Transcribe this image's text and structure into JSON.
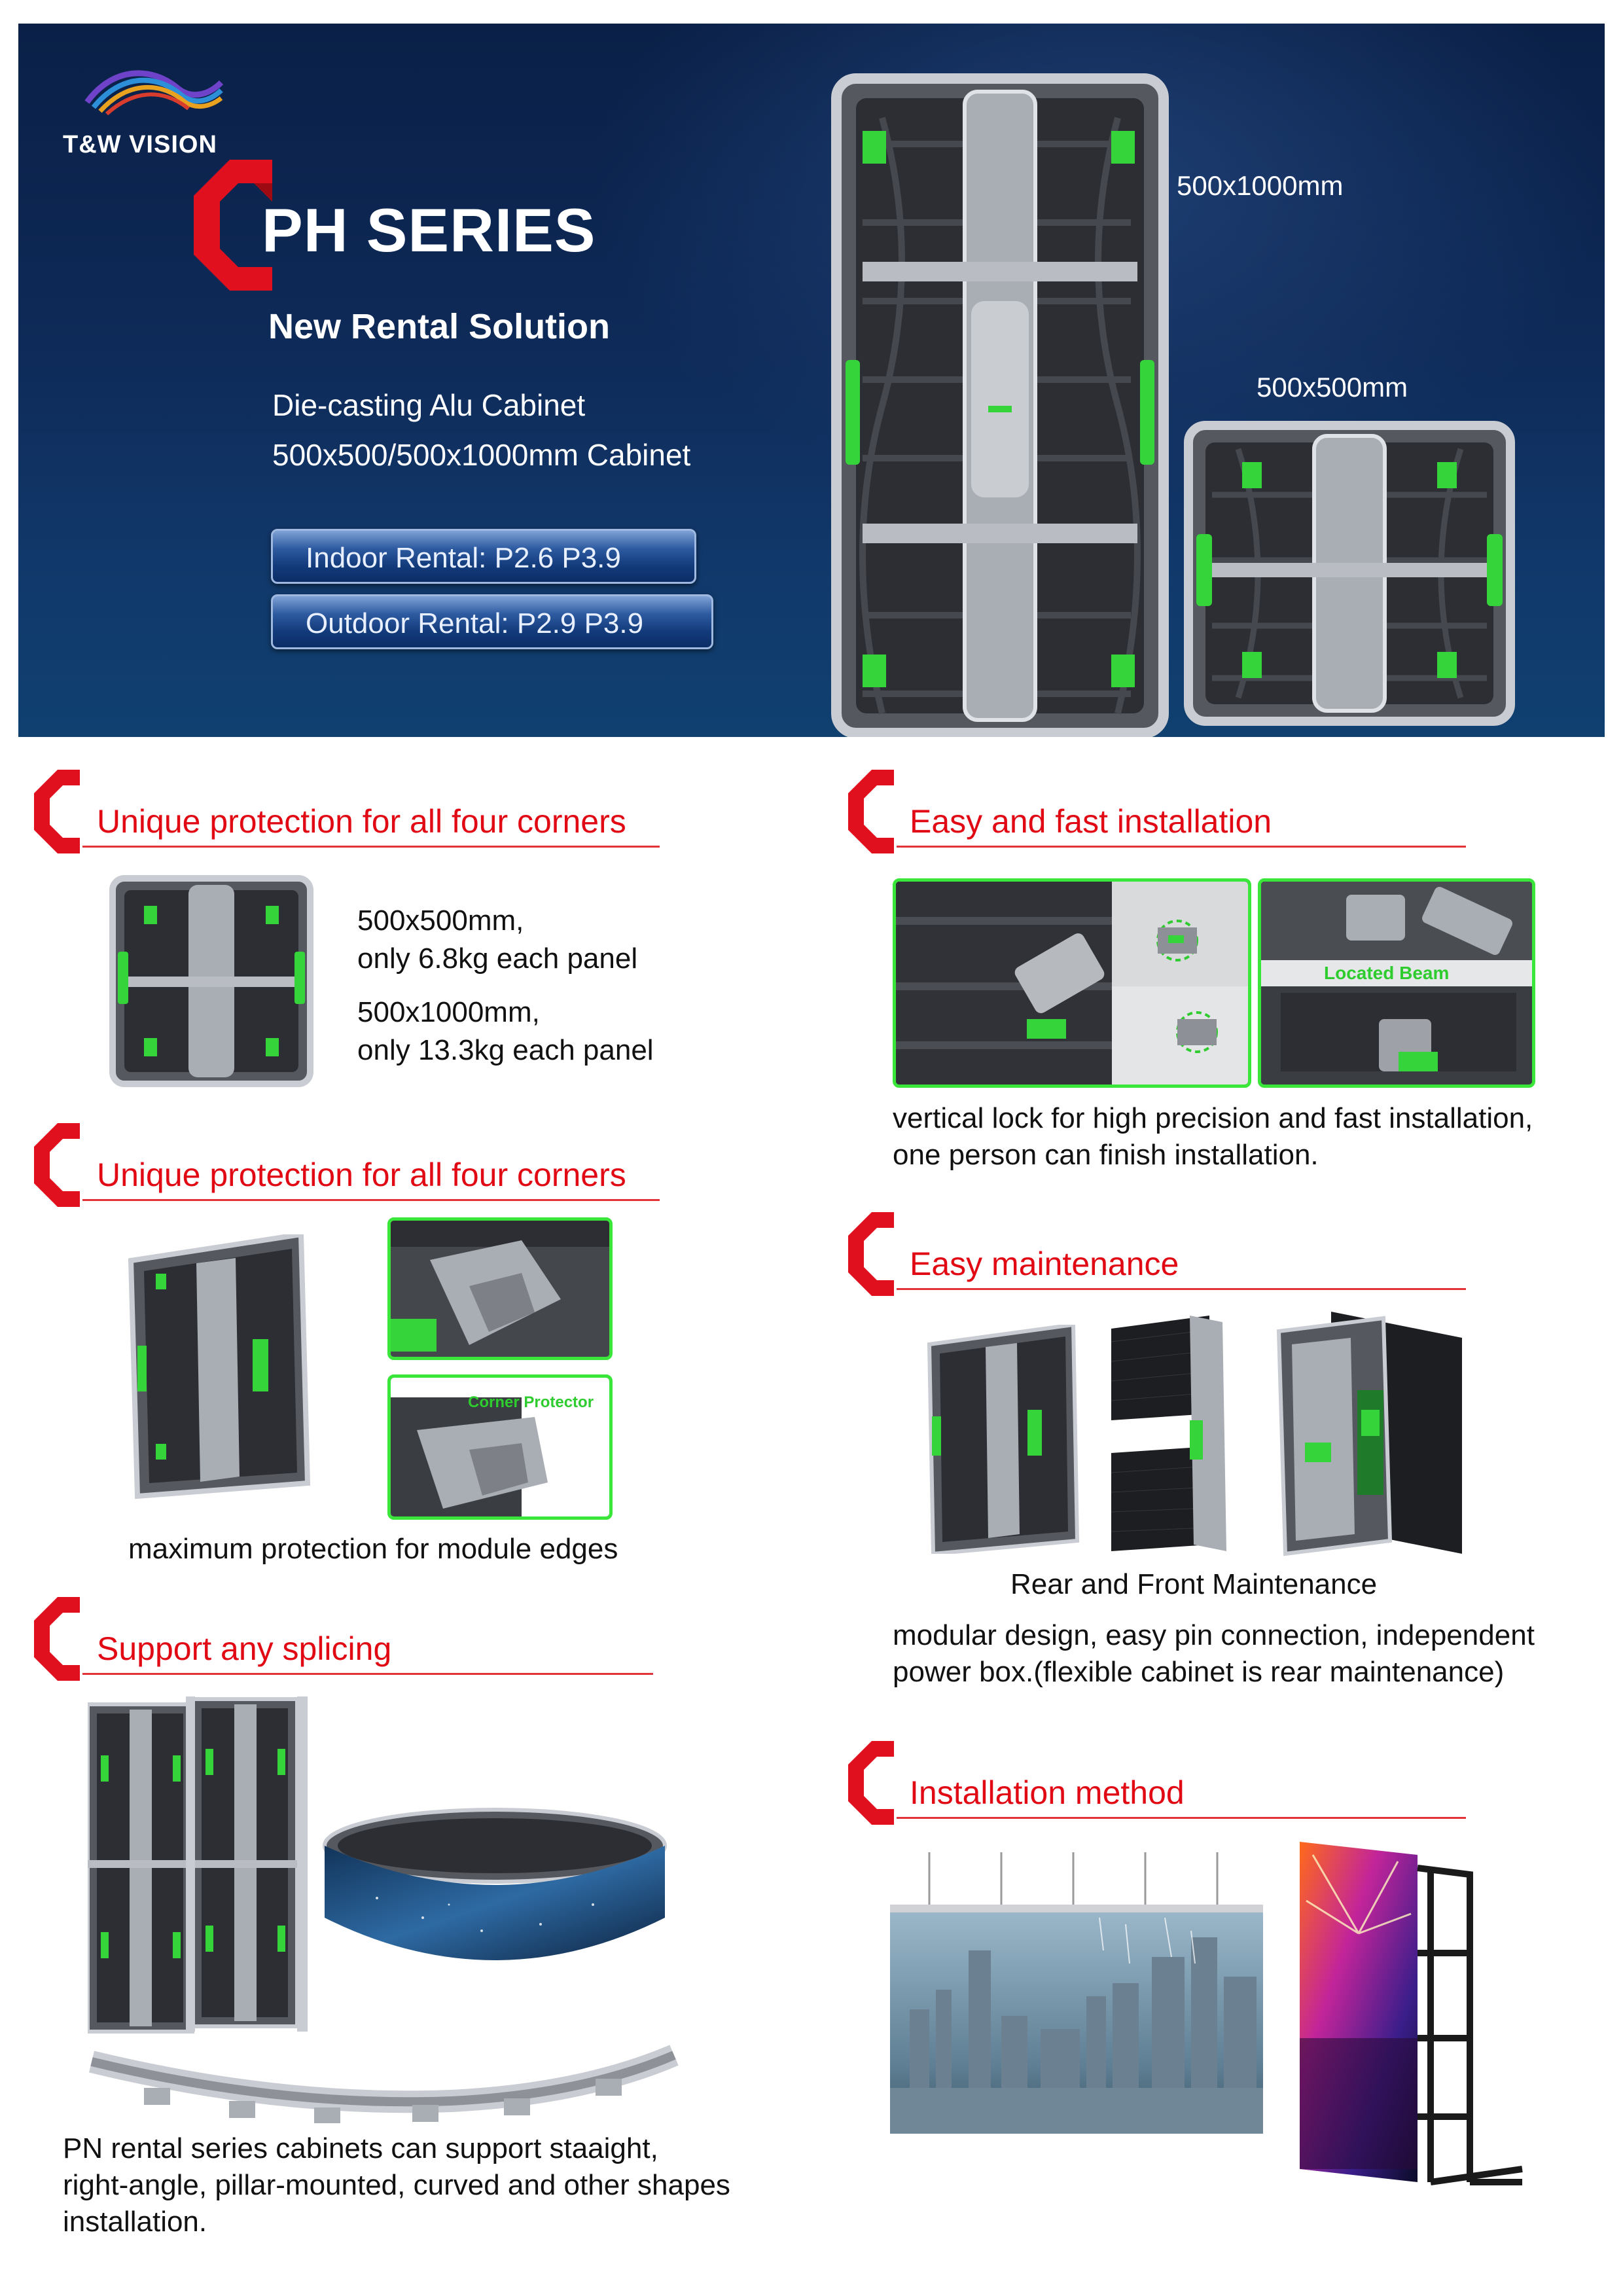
{
  "colors": {
    "accent_red": "#e10a14",
    "banner_dark": "#0b2249",
    "highlight_green": "#39e639",
    "pill_blue": "#123a7a"
  },
  "brand": {
    "name": "T&W VISION",
    "logo_icon": "tw-vision-swoosh-logo"
  },
  "hero": {
    "series_title": "PH SERIES",
    "subtitle": "New Rental Solution",
    "feature_line_1": "Die-casting Alu Cabinet",
    "feature_line_2": "500x500/500x1000mm Cabinet",
    "pill_indoor": "Indoor Rental: P2.6 P3.9",
    "pill_outdoor": "Outdoor Rental: P2.9 P3.9",
    "label_large_cabinet": "500x1000mm",
    "label_small_cabinet": "500x500mm"
  },
  "sections": {
    "corners_1": {
      "title": "Unique protection for all four corners",
      "spec_1_line_1": "500x500mm,",
      "spec_1_line_2": "only 6.8kg each panel",
      "spec_2_line_1": "500x1000mm,",
      "spec_2_line_2": "only 13.3kg each panel"
    },
    "installation": {
      "title": "Easy and fast installation",
      "callout": "Located Beam",
      "desc_line_1": "vertical lock for high precision and fast installation,",
      "desc_line_2": "one person can finish installation."
    },
    "corners_2": {
      "title": "Unique protection for all four corners",
      "callout": "Corner Protector",
      "caption": "maximum protection for module edges"
    },
    "maintenance": {
      "title": "Easy maintenance",
      "caption": "Rear and Front Maintenance",
      "desc_line_1": "modular design, easy pin connection, independent",
      "desc_line_2": "power box.(flexible cabinet is rear maintenance)"
    },
    "splicing": {
      "title": "Support any splicing",
      "desc_line_1": "PN rental series cabinets can support staaight,",
      "desc_line_2": "right-angle, pillar-mounted, curved and other shapes",
      "desc_line_3": "installation."
    },
    "install_method": {
      "title": "Installation method"
    }
  }
}
